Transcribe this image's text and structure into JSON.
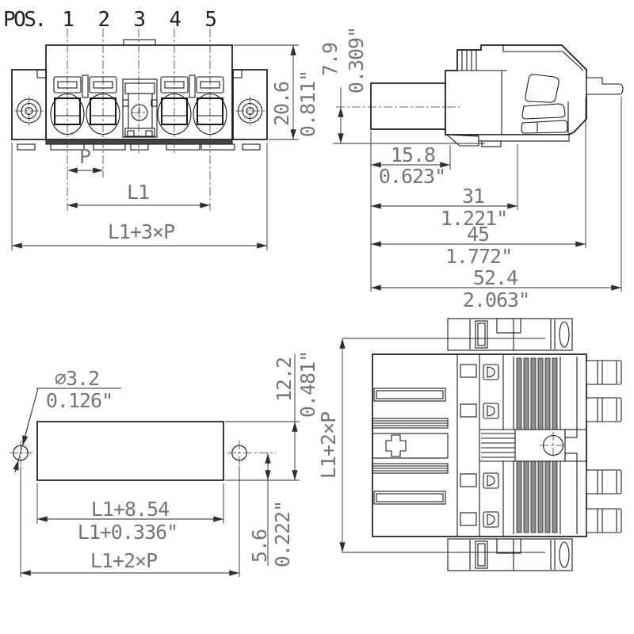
{
  "drawing": {
    "type": "connector-dimensional-drawing",
    "colors": {
      "background": "#ffffff",
      "geometry_line": "#1a1a1a",
      "dimension_line": "#2e2e2e",
      "dimension_text": "#767676",
      "label_text": "#1f1f1f",
      "rib_fill": "#8f8f8f",
      "base_fill": "#454545"
    }
  },
  "front_view": {
    "pos_label": "POS.",
    "pos_1": "1",
    "pos_2": "2",
    "pos_3": "3",
    "pos_4": "4",
    "pos_5": "5",
    "dim_height_mm": "20.6",
    "dim_height_in": "0.811\"",
    "dim_pitch": "P",
    "dim_l1": "L1",
    "dim_overall": "L1+3×P"
  },
  "side_view": {
    "dim_front_height_mm": "7.9",
    "dim_front_height_in": "0.309\"",
    "dim_front_len_mm": "15.8",
    "dim_front_len_in": "0.623\"",
    "dim_mid_len_mm": "31",
    "dim_mid_len_in": "1.221\"",
    "dim_body_len_mm": "45",
    "dim_body_len_in": "1.772\"",
    "dim_total_len_mm": "52.4",
    "dim_total_len_in": "2.063\""
  },
  "drill_view": {
    "dim_hole_dia_mm": "∅3.2",
    "dim_hole_dia_in": "0.126\"",
    "dim_cutout_height_mm": "12.2",
    "dim_cutout_height_in": "0.481\"",
    "dim_cutout_width_mm": "L1+8.54",
    "dim_cutout_width_in": "L1+0.336\"",
    "dim_hole_offset_mm": "5.6",
    "dim_hole_offset_in": "0.222\"",
    "dim_hole_span": "L1+2×P"
  },
  "top_view": {
    "dim_span": "L1+2×P"
  }
}
